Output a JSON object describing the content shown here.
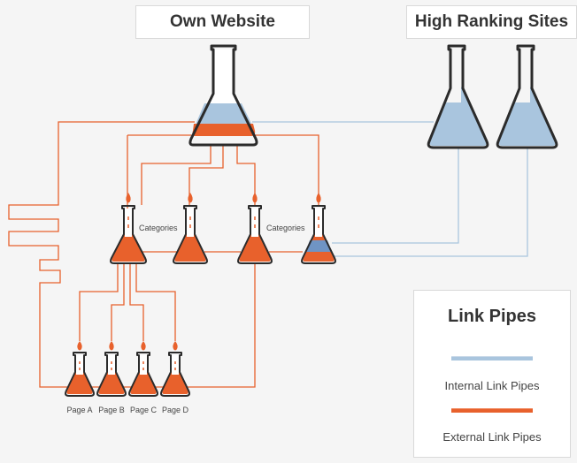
{
  "headers": {
    "own_website": "Own Website",
    "high_ranking_sites": "High Ranking Sites"
  },
  "labels": {
    "categories_left": "Categories",
    "categories_right": "Categories",
    "pages": [
      "Page A",
      "Page B",
      "Page C",
      "Page D"
    ]
  },
  "legend": {
    "title": "Link Pipes",
    "internal_label": "Internal Link Pipes",
    "external_label": "External Link Pipes"
  },
  "colors": {
    "internal": "#a9c5de",
    "external": "#e8612c",
    "outline": "#2b2b2b",
    "flame": "#e8612c"
  },
  "icons": {
    "flask": "erlenmeyer-flask-icon",
    "flame": "flame-icon"
  }
}
